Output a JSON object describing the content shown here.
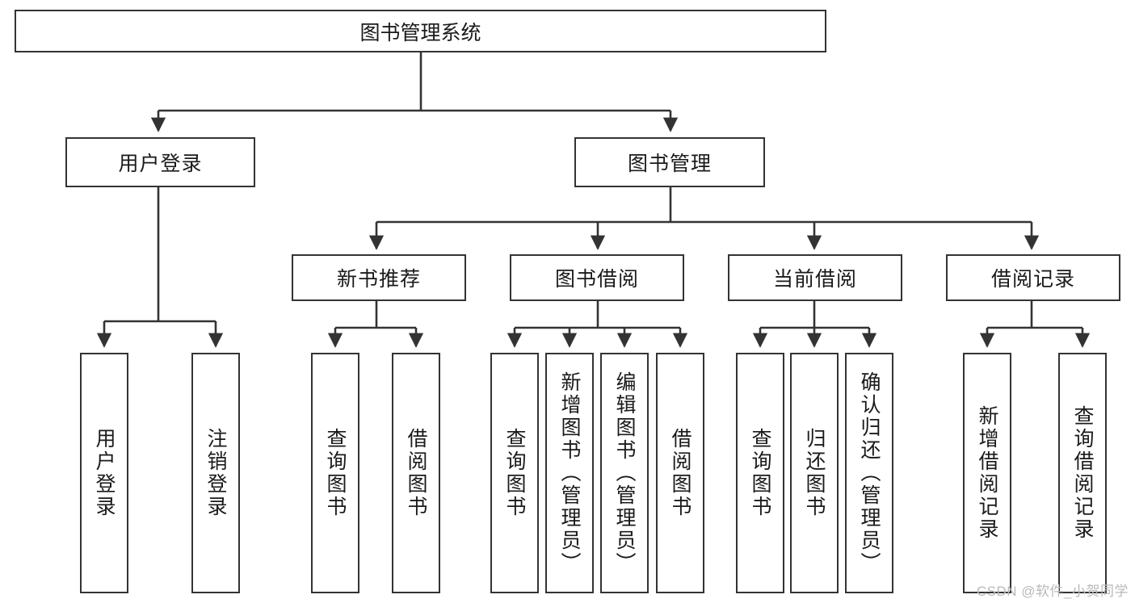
{
  "diagram": {
    "title": "图书管理系统",
    "type": "hierarchy-tree",
    "root": {
      "label": "图书管理系统"
    },
    "level1": [
      {
        "id": "user-login",
        "label": "用户登录"
      },
      {
        "id": "book-manage",
        "label": "图书管理"
      }
    ],
    "level2": [
      {
        "id": "new-book-rec",
        "label": "新书推荐"
      },
      {
        "id": "book-borrow",
        "label": "图书借阅"
      },
      {
        "id": "current-borrow",
        "label": "当前借阅"
      },
      {
        "id": "borrow-record",
        "label": "借阅记录"
      }
    ],
    "leaves": {
      "user_login": [
        {
          "id": "leaf-user-login",
          "label": "用户登录"
        },
        {
          "id": "leaf-logout-login",
          "label": "注销登录"
        }
      ],
      "new_book_rec": [
        {
          "id": "leaf-query-book-1",
          "label": "查询图书"
        },
        {
          "id": "leaf-borrow-book-1",
          "label": "借阅图书"
        }
      ],
      "book_borrow": [
        {
          "id": "leaf-query-book-2",
          "label": "查询图书"
        },
        {
          "id": "leaf-add-book",
          "label": "新增图书（管理员）"
        },
        {
          "id": "leaf-edit-book",
          "label": "编辑图书（管理员）"
        },
        {
          "id": "leaf-borrow-book-2",
          "label": "借阅图书"
        }
      ],
      "current_borrow": [
        {
          "id": "leaf-query-book-3",
          "label": "查询图书"
        },
        {
          "id": "leaf-return-book",
          "label": "归还图书"
        },
        {
          "id": "leaf-confirm-return",
          "label": "确认归还（管理员）"
        }
      ],
      "borrow_record": [
        {
          "id": "leaf-add-record",
          "label": "新增借阅记录"
        },
        {
          "id": "leaf-query-record",
          "label": "查询借阅记录"
        }
      ]
    },
    "watermark": "CSDN @软件_小贺同学",
    "colors": {
      "stroke": "#333333",
      "background": "#ffffff",
      "text": "#1a1a1a",
      "watermark": "#b9b9b9"
    }
  }
}
